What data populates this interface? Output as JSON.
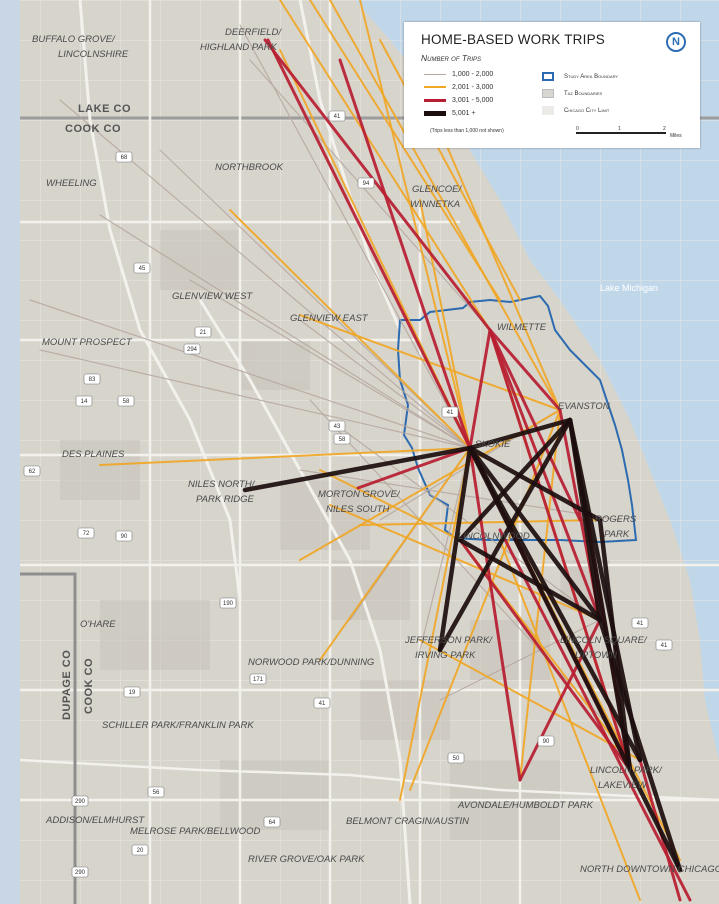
{
  "legend": {
    "title": "HOME-BASED WORK TRIPS",
    "subtitle": "Number of Trips",
    "classes": [
      {
        "label": "1,000 - 2,000",
        "color": "#b5a7a0",
        "width": 1
      },
      {
        "label": "2,001 - 3,000",
        "color": "#f0a726",
        "width": 2
      },
      {
        "label": "3,001 - 5,000",
        "color": "#b81e31",
        "width": 3
      },
      {
        "label": "5,001 +",
        "color": "#1c0e0e",
        "width": 5
      }
    ],
    "note": "(Trips less than 1,000 not shown)",
    "boundaries": [
      {
        "label": "Study Area Boundary"
      },
      {
        "label": "Taz Boundaries"
      },
      {
        "label": "Chicago City Limit"
      }
    ],
    "scale": {
      "ticks": [
        "0",
        "1",
        "2"
      ],
      "unit": "Miles"
    },
    "north": "N"
  },
  "colors": {
    "water": "#c0d7ea",
    "land": "#d7d4cc",
    "study_boundary": "#2d6bb0",
    "class_1": "#b5a7a0",
    "class_2": "#f0a726",
    "class_3": "#b81e31",
    "class_4": "#1c0e0e"
  },
  "labels": {
    "buffalo_grove": "BUFFALO GROVE/",
    "lincolnshire": "LINCOLNSHIRE",
    "deerfield": "DEERFIELD/",
    "highland_park": "HIGHLAND PARK",
    "lake_co": "LAKE CO",
    "cook_co": "COOK CO",
    "northbrook": "NORTHBROOK",
    "wheeling": "WHEELING",
    "glencoe": "GLENCOE/",
    "winnetka": "WINNETKA",
    "lake_michigan": "Lake Michigan",
    "glenview_west": "GLENVIEW WEST",
    "glenview_east": "GLENVIEW EAST",
    "wilmette": "WILMETTE",
    "mount_prospect": "MOUNT PROSPECT",
    "evanston": "EVANSTON",
    "skokie": "SKOKIE",
    "des_plaines": "DES PLAINES",
    "niles_north": "NILES NORTH/",
    "park_ridge": "PARK RIDGE",
    "morton_grove": "MORTON GROVE/",
    "niles_south": "NILES SOUTH",
    "rogers": "ROGERS",
    "park": "PARK",
    "lincolnwood": "LINCOLNWOOD",
    "ohare": "O'HARE",
    "jefferson_park": "JEFFERSON PARK/",
    "irving_park": "IRVING PARK",
    "lincoln_square": "LINCOLN SQUARE/",
    "uptown": "UPTOWN",
    "norwood_park": "NORWOOD PARK/DUNNING",
    "dupage_co": "DUPAGE CO",
    "cook_co_vertical": "COOK CO",
    "schiller_park": "SCHILLER PARK/FRANKLIN PARK",
    "lincoln_park": "LINCOLN PARK/",
    "lakeview": "LAKEVIEW",
    "avondale": "AVONDALE/HUMBOLDT PARK",
    "addison": "ADDISON/ELMHURST",
    "melrose_park": "MELROSE PARK/BELLWOOD",
    "belmont_cragin": "BELMONT CRAGIN/AUSTIN",
    "river_grove": "RIVER GROVE/OAK PARK",
    "north_downtown": "NORTH DOWNTOWN CHICAGO"
  },
  "shields": [
    "41",
    "68",
    "94",
    "45",
    "21",
    "294",
    "83",
    "14",
    "58",
    "43",
    "58",
    "41",
    "62",
    "72",
    "90",
    "190",
    "171",
    "19",
    "41",
    "90",
    "50",
    "64",
    "20",
    "56",
    "290",
    "290",
    "41",
    "41"
  ]
}
